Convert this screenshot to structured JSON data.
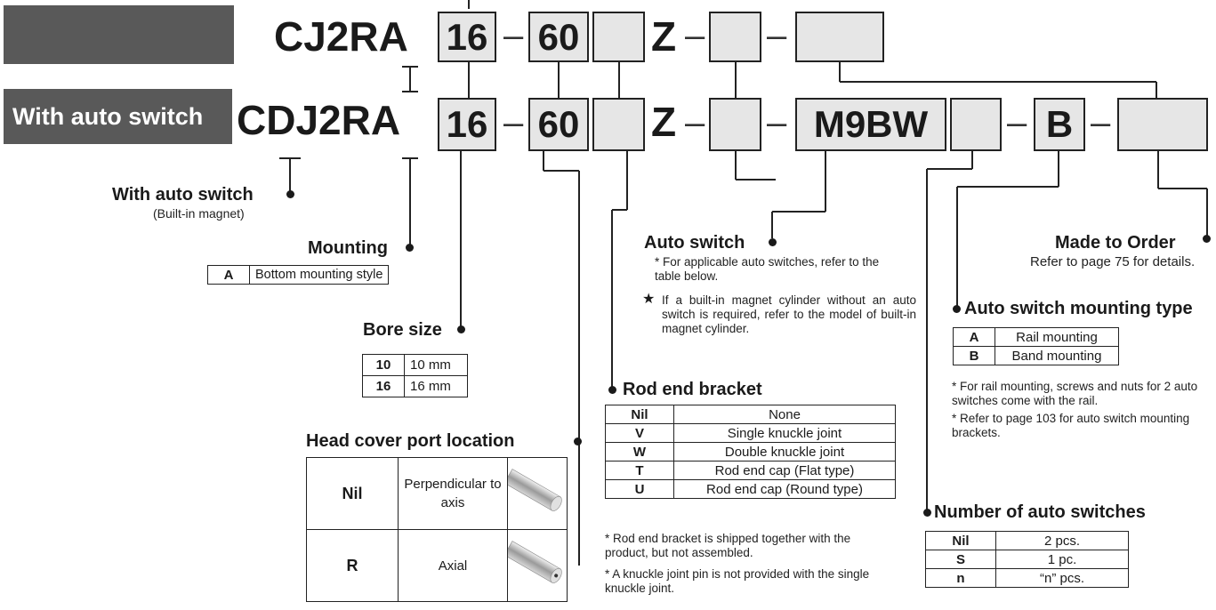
{
  "header": {
    "top_block_label": "",
    "bottom_block_label": "With auto switch",
    "model_top": "CJ2RA",
    "model_bottom": "CDJ2RA",
    "bore_box": "16",
    "stroke_box": "60",
    "z_letter": "Z",
    "switch_box": "M9BW",
    "mount_box": "B",
    "dash": "–"
  },
  "with_auto_switch": {
    "title": "With auto switch",
    "note": "(Built-in magnet)"
  },
  "mounting": {
    "title": "Mounting",
    "rows": [
      {
        "key": "A",
        "value": "Bottom mounting style"
      }
    ]
  },
  "bore_size": {
    "title": "Bore size",
    "rows": [
      {
        "key": "10",
        "value": "10 mm"
      },
      {
        "key": "16",
        "value": "16 mm"
      }
    ]
  },
  "head_cover": {
    "title": "Head cover port location",
    "rows": [
      {
        "key": "Nil",
        "value": "Perpendicular to axis",
        "image": "perpendicular-port-cylinder-icon"
      },
      {
        "key": "R",
        "value": "Axial",
        "image": "axial-port-cylinder-icon"
      }
    ]
  },
  "auto_switch": {
    "title": "Auto switch",
    "note1": "* For applicable auto switches, refer to the table below.",
    "note2": "If a built-in magnet cylinder without an auto switch is required, refer to the model of built-in magnet cylinder.",
    "star": "★"
  },
  "rod_end": {
    "title": "Rod end bracket",
    "rows": [
      {
        "key": "Nil",
        "value": "None"
      },
      {
        "key": "V",
        "value": "Single knuckle joint"
      },
      {
        "key": "W",
        "value": "Double knuckle joint"
      },
      {
        "key": "T",
        "value": "Rod end cap (Flat type)"
      },
      {
        "key": "U",
        "value": "Rod end cap (Round type)"
      }
    ],
    "note1": "* Rod end bracket is shipped together with the product, but not assembled.",
    "note2": "* A knuckle joint pin is not provided with the single knuckle joint."
  },
  "made_to_order": {
    "title": "Made to Order",
    "note": "Refer to page 75 for details."
  },
  "mounting_type": {
    "title": "Auto switch mounting type",
    "rows": [
      {
        "key": "A",
        "value": "Rail mounting"
      },
      {
        "key": "B",
        "value": "Band mounting"
      }
    ],
    "note1": "* For rail mounting, screws and nuts for 2 auto switches come with the rail.",
    "note2": "* Refer to page 103 for auto switch mounting brackets."
  },
  "num_switches": {
    "title": "Number of auto switches",
    "rows": [
      {
        "key": "Nil",
        "value": "2 pcs."
      },
      {
        "key": "S",
        "value": "1 pc."
      },
      {
        "key": "n",
        "value": "“n” pcs."
      }
    ]
  }
}
